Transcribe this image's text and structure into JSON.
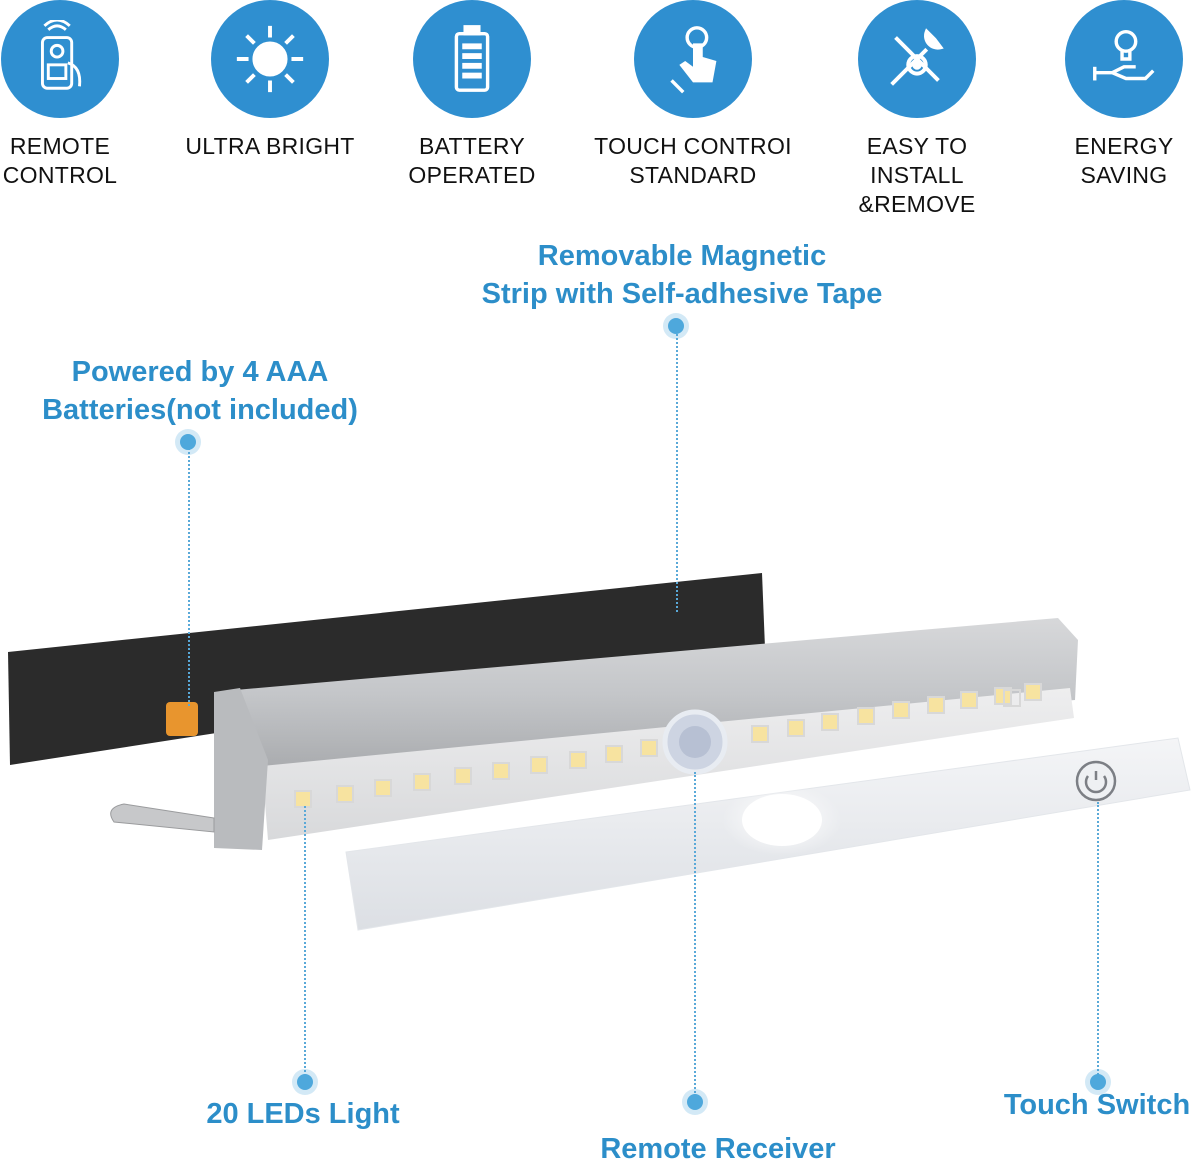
{
  "features": [
    {
      "icon": "remote-control-icon",
      "line1": "REMOTE",
      "line2": "CONTROL"
    },
    {
      "icon": "sun-icon",
      "line1": "ULTRA BRIGHT",
      "line2": ""
    },
    {
      "icon": "battery-icon",
      "line1": "BATTERY",
      "line2": "OPERATED"
    },
    {
      "icon": "touch-hand-icon",
      "line1": "TOUCH CONTROI",
      "line2": "STANDARD"
    },
    {
      "icon": "tools-icon",
      "line1": "EASY TO INSTALL",
      "line2": "&REMOVE"
    },
    {
      "icon": "energy-saving-icon",
      "line1": "ENERGY",
      "line2": "SAVING"
    }
  ],
  "callouts": {
    "magnetic_line1": "Removable Magnetic",
    "magnetic_line2": "Strip with Self-adhesive Tape",
    "batteries_line1": "Powered by 4 AAA",
    "batteries_line2": "Batteries(not included)",
    "leds": "20 LEDs Light",
    "receiver": "Remote Receiver",
    "touch": "Touch Switch"
  },
  "colors": {
    "accent": "#2f8fd0",
    "callout_text": "#2c8ec9",
    "led": "#f7e3a0",
    "battery_cap": "#e8952e"
  }
}
